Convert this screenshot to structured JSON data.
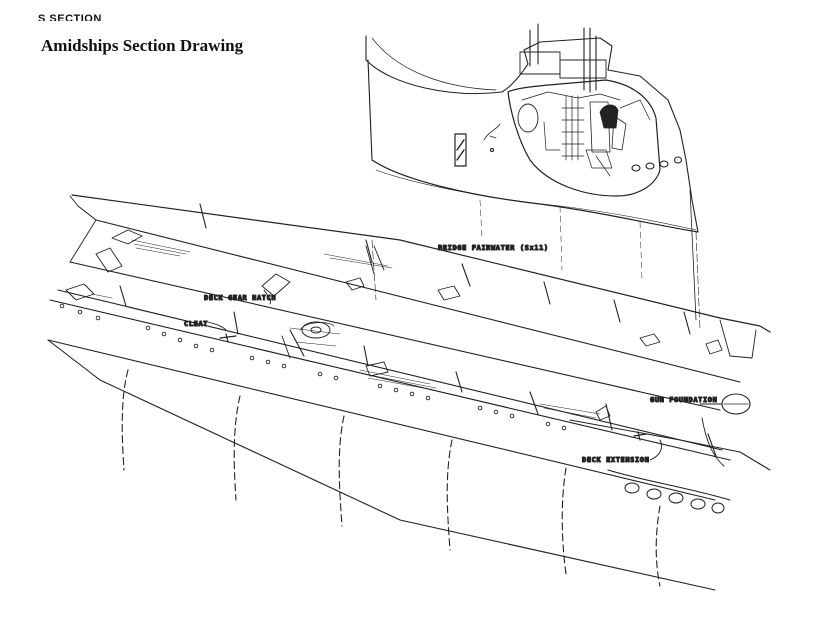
{
  "header": {
    "clipped_text": "S SECTION",
    "title": "Amidships Section Drawing"
  },
  "callouts": {
    "bridge_fairwater": "BRIDGE FAIRWATER (Sx11)",
    "deck_gear_hatch": "DECK GEAR HATCH",
    "cleat": "CLEAT",
    "gun_foundation": "GUN FOUNDATION",
    "deck_extension": "DECK EXTENSION"
  }
}
